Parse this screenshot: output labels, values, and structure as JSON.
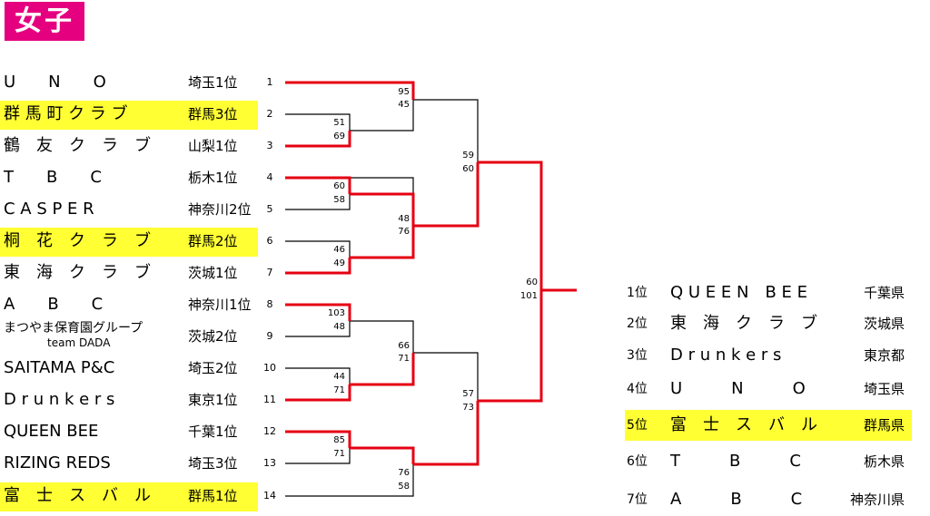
{
  "title": "女子",
  "teams": [
    {
      "seed": "1",
      "name": "U　　N　　O",
      "pref": "埼玉1位",
      "highlight": false
    },
    {
      "seed": "2",
      "name": "群 馬 町 ク ラ ブ",
      "pref": "群馬3位",
      "highlight": true
    },
    {
      "seed": "3",
      "name": "鶴　友　ク　ラ　ブ",
      "pref": "山梨1位",
      "highlight": false
    },
    {
      "seed": "4",
      "name": "T　　B　　C",
      "pref": "栃木1位",
      "highlight": false
    },
    {
      "seed": "5",
      "name": "C  A  S  P  E  R",
      "pref": "神奈川2位",
      "highlight": false
    },
    {
      "seed": "6",
      "name": "桐　花　ク　ラ　ブ",
      "pref": "群馬2位",
      "highlight": true
    },
    {
      "seed": "7",
      "name": "東　海　ク　ラ　ブ",
      "pref": "茨城1位",
      "highlight": false
    },
    {
      "seed": "8",
      "name": "A　　B　　C",
      "pref": "神奈川1位",
      "highlight": false
    },
    {
      "seed": "9",
      "name": "まつやま保育園グループ",
      "name2": "team DADA",
      "pref": "茨城2位",
      "highlight": false
    },
    {
      "seed": "10",
      "name": "SAITAMA P&C",
      "pref": "埼玉2位",
      "highlight": false
    },
    {
      "seed": "11",
      "name": "D r u n k e r s",
      "pref": "東京1位",
      "highlight": false
    },
    {
      "seed": "12",
      "name": "QUEEN BEE",
      "pref": "千葉1位",
      "highlight": false
    },
    {
      "seed": "13",
      "name": "RIZING REDS",
      "pref": "埼玉3位",
      "highlight": false
    },
    {
      "seed": "14",
      "name": "富　士　ス　バ　ル",
      "pref": "群馬1位",
      "highlight": true
    }
  ],
  "scores": [
    {
      "id": "r1-2v3",
      "top": "51",
      "bottom": "69"
    },
    {
      "id": "r1-4v5",
      "top": "60",
      "bottom": "58"
    },
    {
      "id": "r1-6v7",
      "top": "46",
      "bottom": "49"
    },
    {
      "id": "r1-8v9",
      "top": "103",
      "bottom": "48"
    },
    {
      "id": "r1-10v11",
      "top": "44",
      "bottom": "71"
    },
    {
      "id": "r1-12v13",
      "top": "85",
      "bottom": "71"
    },
    {
      "id": "qf-1v3",
      "top": "95",
      "bottom": "45"
    },
    {
      "id": "qf-4v7",
      "top": "48",
      "bottom": "76"
    },
    {
      "id": "qf-8v11",
      "top": "66",
      "bottom": "71"
    },
    {
      "id": "qf-12v14",
      "top": "76",
      "bottom": "58"
    },
    {
      "id": "sf-top",
      "top": "59",
      "bottom": "60"
    },
    {
      "id": "sf-bottom",
      "top": "57",
      "bottom": "73"
    },
    {
      "id": "final",
      "top": "60",
      "bottom": "101"
    }
  ],
  "rankings": [
    {
      "pos": "1位",
      "team": "Q U E E N　B E E",
      "pref": "千葉県",
      "highlight": false
    },
    {
      "pos": "2位",
      "team": "東　海　ク　ラ　ブ",
      "pref": "茨城県",
      "highlight": false
    },
    {
      "pos": "3位",
      "team": "D r u n k e r s",
      "pref": "東京都",
      "highlight": false
    },
    {
      "pos": "4位",
      "team": "U　　　N　　　O",
      "pref": "埼玉県",
      "highlight": false
    },
    {
      "pos": "5位",
      "team": "富　士　ス　バ　ル",
      "pref": "群馬県",
      "highlight": true
    },
    {
      "pos": "6位",
      "team": "T　　　B　　　C",
      "pref": "栃木県",
      "highlight": false
    },
    {
      "pos": "7位",
      "team": "A　　　B　　　C",
      "pref": "神奈川県",
      "highlight": false
    }
  ],
  "colors": {
    "accent": "#e5007f",
    "winner_line": "#e60012",
    "highlight": "#ffff33"
  }
}
